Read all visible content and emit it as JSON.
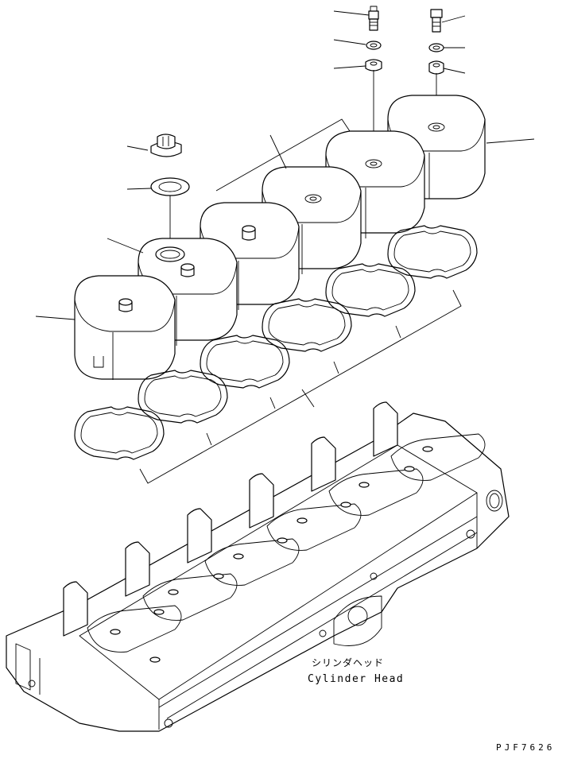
{
  "drawing": {
    "part_label_jp": "シリンダヘッド",
    "part_label_en": "Cylinder Head",
    "drawing_code": "PJF7626"
  },
  "colors": {
    "ink": "#000000",
    "paper": "#ffffff"
  }
}
